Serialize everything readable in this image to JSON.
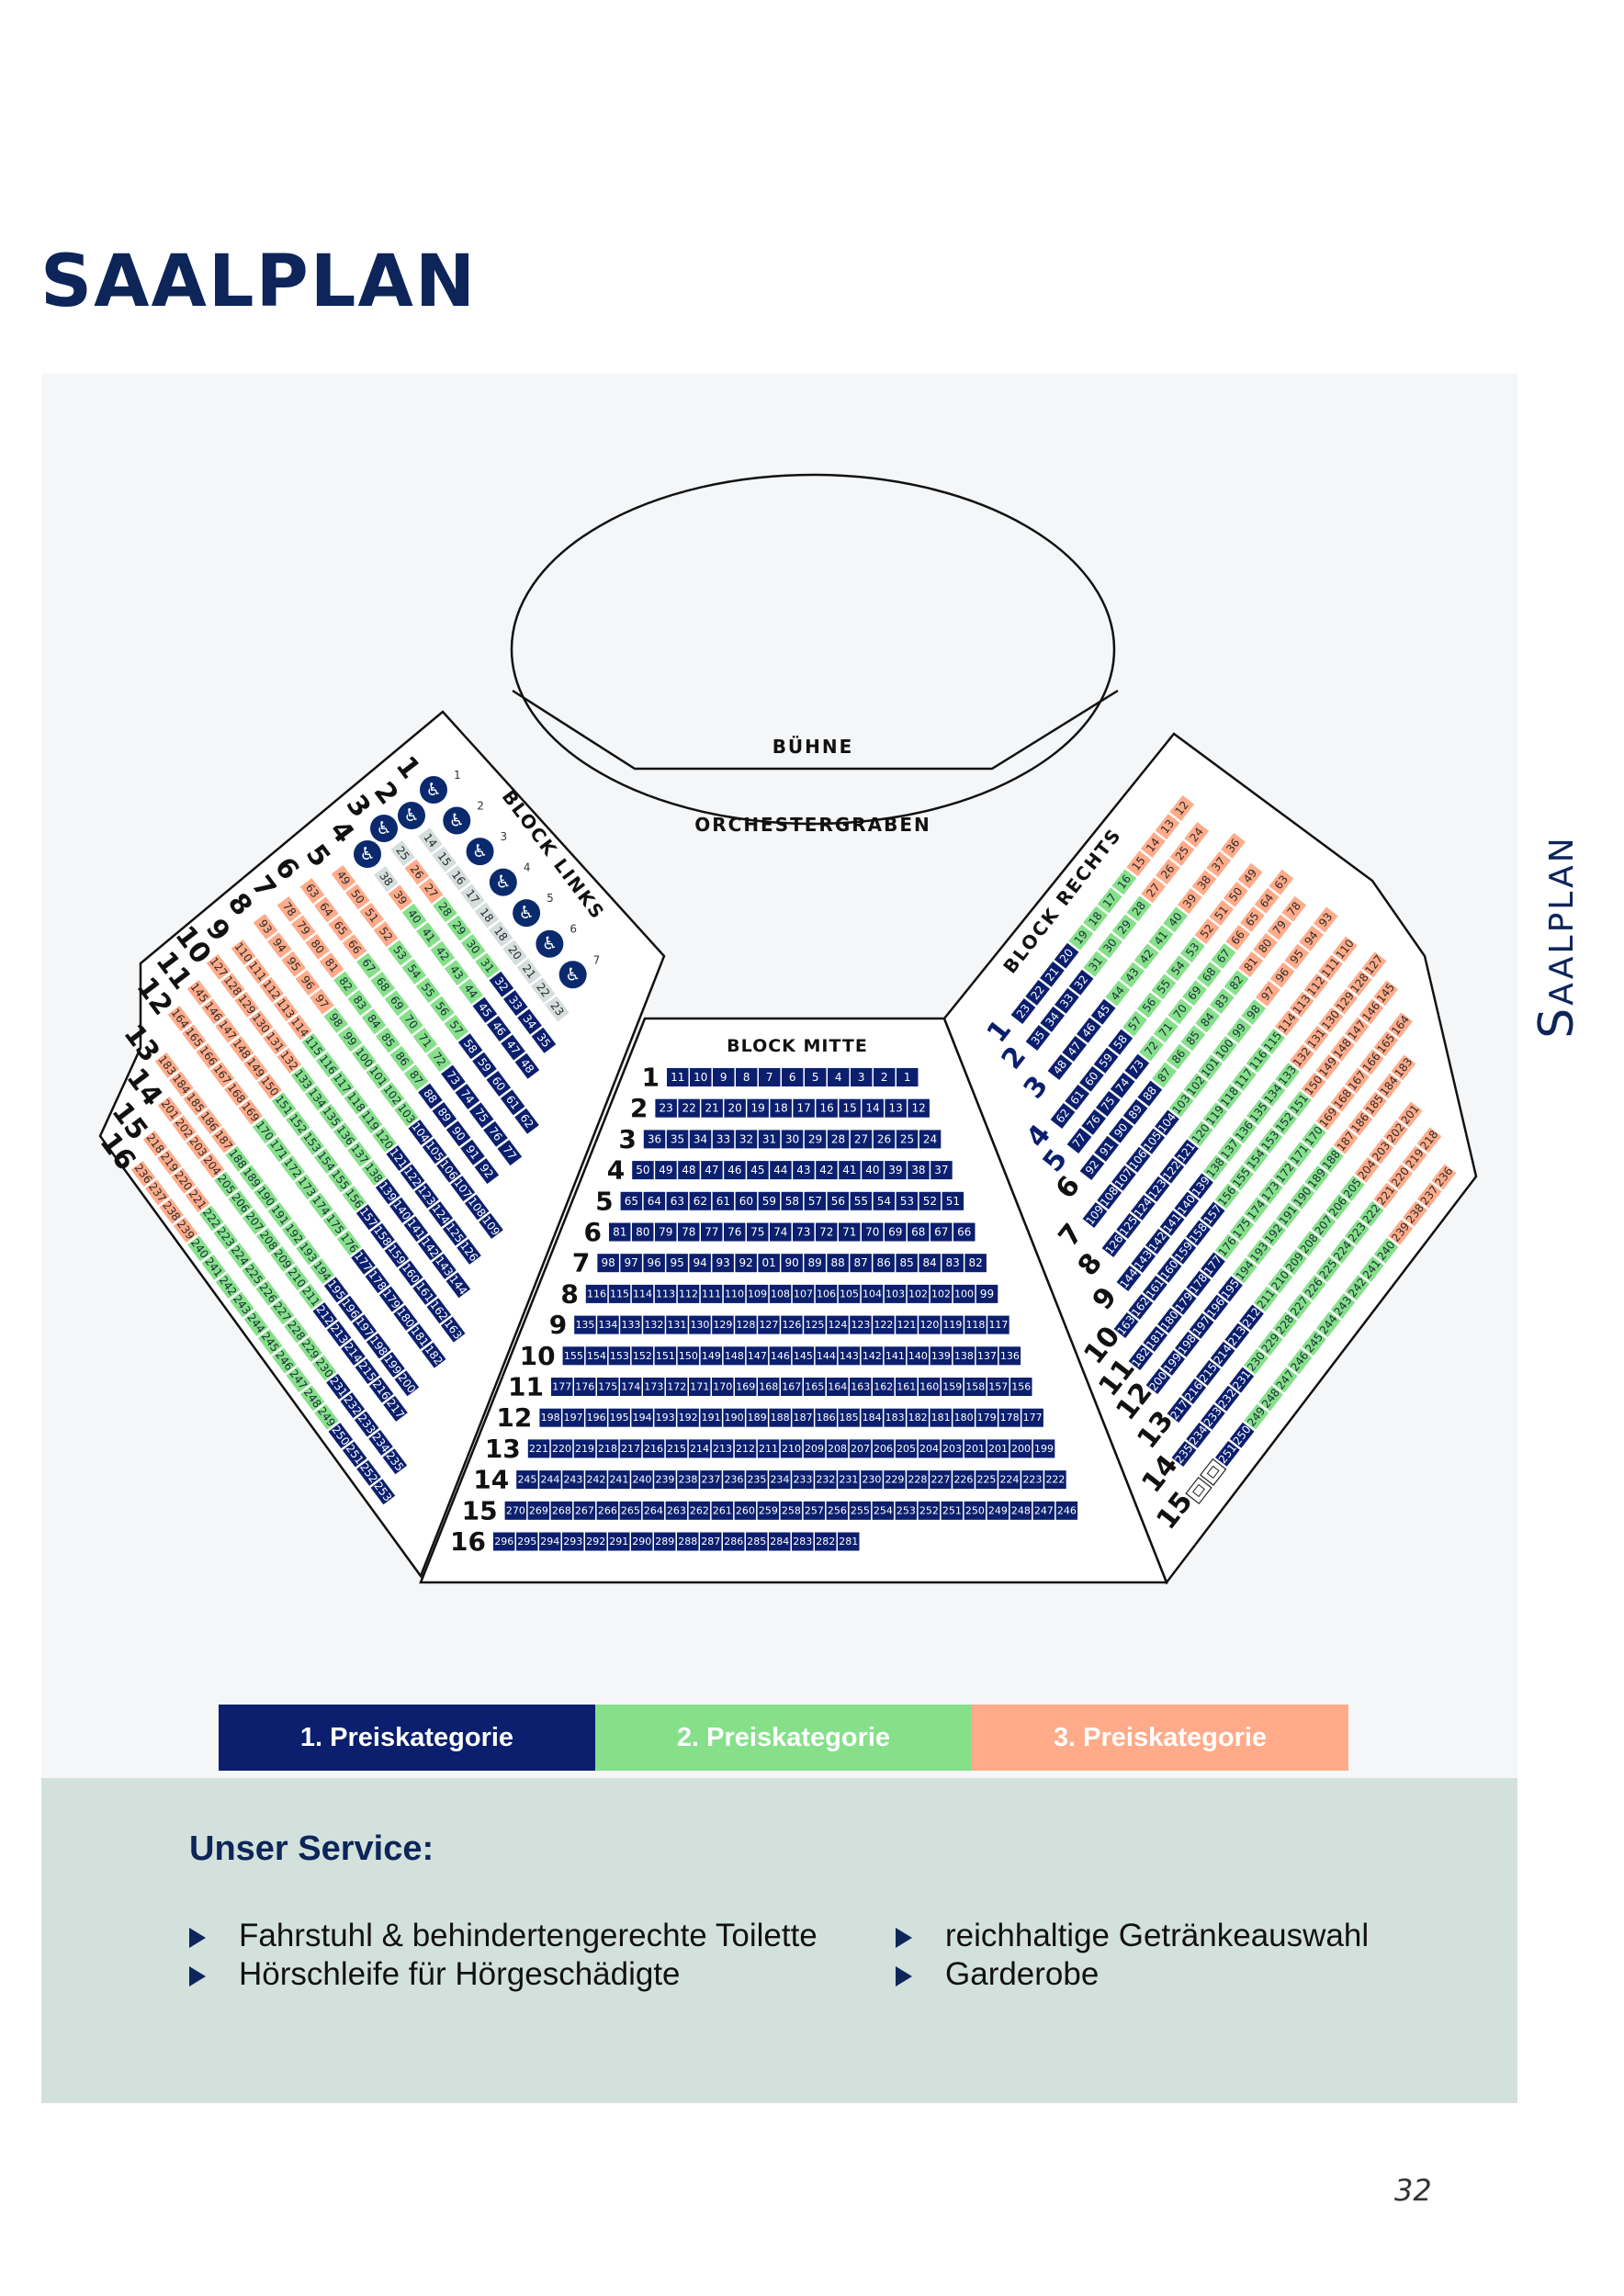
{
  "title": "SAALPLAN",
  "side_title": "Saalplan",
  "stage": {
    "buehne": "BÜHNE",
    "orchestergraben": "ORCHESTERGRABEN"
  },
  "colors": {
    "cat1": "#0b1f6e",
    "cat2": "#86e08a",
    "cat3": "#ffab8a",
    "grey": "#d5dddd",
    "wheelchair": "#0b2a6e",
    "title": "#0d2559"
  },
  "blocks": {
    "links": {
      "label": "BLOCK LINKS",
      "rows": [
        {
          "label": "1",
          "segments": [
            {
              "cat": "w",
              "labels": [
                "1",
                "2",
                "3",
                "4",
                "5",
                "6",
                "7"
              ]
            }
          ]
        },
        {
          "label": "2",
          "segments": [
            {
              "cat": "w",
              "labels": [
                ""
              ]
            },
            {
              "cat": "g",
              "list": [
                14,
                15,
                16,
                17,
                18,
                18,
                20,
                21,
                22,
                23
              ]
            }
          ]
        },
        {
          "label": "3",
          "segments": [
            {
              "cat": "w",
              "labels": [
                ""
              ]
            },
            {
              "cat": "g",
              "from": 25,
              "to": 25
            },
            {
              "cat": "3",
              "from": 26,
              "to": 27
            },
            {
              "cat": "2",
              "from": 28,
              "to": 31
            },
            {
              "cat": "1",
              "from": 32,
              "to": 35
            }
          ]
        },
        {
          "label": "4",
          "segments": [
            {
              "cat": "w",
              "labels": [
                ""
              ]
            },
            {
              "cat": "g",
              "from": 38,
              "to": 38
            },
            {
              "cat": "3",
              "from": 39,
              "to": 39
            },
            {
              "cat": "2",
              "from": 40,
              "to": 44
            },
            {
              "cat": "1",
              "from": 45,
              "to": 48
            }
          ]
        },
        {
          "label": "5",
          "segments": [
            {
              "cat": "3",
              "from": 49,
              "to": 52
            },
            {
              "cat": "2",
              "from": 53,
              "to": 57
            },
            {
              "cat": "1",
              "from": 58,
              "to": 62
            }
          ]
        },
        {
          "label": "6",
          "segments": [
            {
              "cat": "3",
              "from": 63,
              "to": 66
            },
            {
              "cat": "2",
              "from": 67,
              "to": 72
            },
            {
              "cat": "1",
              "from": 73,
              "to": 77
            }
          ]
        },
        {
          "label": "7",
          "segments": [
            {
              "cat": "3",
              "from": 78,
              "to": 81
            },
            {
              "cat": "2",
              "from": 82,
              "to": 87
            },
            {
              "cat": "1",
              "from": 88,
              "to": 92
            }
          ]
        },
        {
          "label": "8",
          "segments": [
            {
              "cat": "3",
              "from": 93,
              "to": 97
            },
            {
              "cat": "2",
              "from": 98,
              "to": 103
            },
            {
              "cat": "1",
              "from": 104,
              "to": 109
            }
          ]
        },
        {
          "label": "9",
          "segments": [
            {
              "cat": "3",
              "from": 110,
              "to": 114
            },
            {
              "cat": "2",
              "from": 115,
              "to": 120
            },
            {
              "cat": "1",
              "from": 121,
              "to": 126
            }
          ]
        },
        {
          "label": "10",
          "segments": [
            {
              "cat": "3",
              "from": 127,
              "to": 132
            },
            {
              "cat": "2",
              "from": 133,
              "to": 138
            },
            {
              "cat": "1",
              "from": 139,
              "to": 144
            }
          ]
        },
        {
          "label": "11",
          "segments": [
            {
              "cat": "3",
              "from": 145,
              "to": 150
            },
            {
              "cat": "2",
              "from": 151,
              "to": 156
            },
            {
              "cat": "1",
              "from": 157,
              "to": 163
            }
          ]
        },
        {
          "label": "12",
          "segments": [
            {
              "cat": "3",
              "from": 164,
              "to": 169
            },
            {
              "cat": "2",
              "from": 170,
              "to": 176
            },
            {
              "cat": "1",
              "from": 177,
              "to": 182
            }
          ]
        },
        {
          "label": "13",
          "segments": [
            {
              "cat": "3",
              "from": 183,
              "to": 187
            },
            {
              "cat": "2",
              "from": 188,
              "to": 194
            },
            {
              "cat": "1",
              "from": 195,
              "to": 200
            }
          ]
        },
        {
          "label": "14",
          "segments": [
            {
              "cat": "3",
              "from": 201,
              "to": 204
            },
            {
              "cat": "2",
              "from": 205,
              "to": 211
            },
            {
              "cat": "1",
              "from": 212,
              "to": 217
            }
          ]
        },
        {
          "label": "15",
          "segments": [
            {
              "cat": "3",
              "from": 218,
              "to": 221
            },
            {
              "cat": "2",
              "from": 222,
              "to": 230
            },
            {
              "cat": "1",
              "from": 231,
              "to": 235
            }
          ]
        },
        {
          "label": "16",
          "segments": [
            {
              "cat": "3",
              "from": 236,
              "to": 239
            },
            {
              "cat": "2",
              "from": 240,
              "to": 249
            },
            {
              "cat": "1",
              "from": 250,
              "to": 253
            }
          ]
        }
      ]
    },
    "mitte": {
      "label": "BLOCK MITTE",
      "rows": [
        {
          "label": "1",
          "segments": [
            {
              "from": 11,
              "to": 1
            }
          ]
        },
        {
          "label": "2",
          "segments": [
            {
              "from": 23,
              "to": 12
            }
          ]
        },
        {
          "label": "3",
          "segments": [
            {
              "from": 36,
              "to": 24
            }
          ]
        },
        {
          "label": "4",
          "segments": [
            {
              "from": 50,
              "to": 37
            }
          ]
        },
        {
          "label": "5",
          "segments": [
            {
              "from": 65,
              "to": 51
            }
          ]
        },
        {
          "label": "6",
          "segments": [
            {
              "from": 81,
              "to": 66
            }
          ]
        },
        {
          "label": "7",
          "segments": [
            {
              "from": 98,
              "to": 92
            },
            {
              "list": [
                "01"
              ]
            },
            {
              "from": 90,
              "to": 82
            }
          ]
        },
        {
          "label": "8",
          "segments": [
            {
              "from": 116,
              "to": 103
            },
            {
              "list": [
                102,
                102
              ]
            },
            {
              "from": 100,
              "to": 99
            }
          ]
        },
        {
          "label": "9",
          "segments": [
            {
              "from": 135,
              "to": 117
            }
          ]
        },
        {
          "label": "10",
          "segments": [
            {
              "from": 155,
              "to": 136
            }
          ]
        },
        {
          "label": "11",
          "segments": [
            {
              "from": 177,
              "to": 167
            },
            {
              "from": 165,
              "to": 156
            }
          ]
        },
        {
          "label": "12",
          "segments": [
            {
              "from": 198,
              "to": 177
            }
          ]
        },
        {
          "label": "13",
          "segments": [
            {
              "from": 221,
              "to": 203
            },
            {
              "list": [
                201,
                201
              ]
            },
            {
              "from": 200,
              "to": 199
            }
          ]
        },
        {
          "label": "14",
          "segments": [
            {
              "from": 245,
              "to": 222
            }
          ]
        },
        {
          "label": "15",
          "segments": [
            {
              "from": 270,
              "to": 246
            }
          ]
        },
        {
          "label": "16",
          "segments": [
            {
              "from": 296,
              "to": 281
            }
          ]
        }
      ]
    },
    "rechts": {
      "label": "BLOCK RECHTS",
      "rows": [
        {
          "label": "1",
          "segments": [
            {
              "cat": "1",
              "from": 23,
              "to": 20
            },
            {
              "cat": "2",
              "from": 19,
              "to": 16
            },
            {
              "cat": "3",
              "from": 15,
              "to": 12
            }
          ]
        },
        {
          "label": "2",
          "segments": [
            {
              "cat": "1",
              "from": 35,
              "to": 32
            },
            {
              "cat": "2",
              "from": 31,
              "to": 28
            },
            {
              "cat": "3",
              "from": 27,
              "to": 24
            }
          ]
        },
        {
          "label": "3",
          "segments": [
            {
              "cat": "1",
              "from": 48,
              "to": 45
            },
            {
              "cat": "2",
              "from": 44,
              "to": 40
            },
            {
              "cat": "3",
              "from": 39,
              "to": 36
            }
          ]
        },
        {
          "label": "4",
          "segments": [
            {
              "cat": "1",
              "from": 62,
              "to": 58
            },
            {
              "cat": "2",
              "from": 57,
              "to": 53
            },
            {
              "cat": "3",
              "from": 52,
              "to": 49
            }
          ]
        },
        {
          "label": "5",
          "segments": [
            {
              "cat": "1",
              "from": 77,
              "to": 73
            },
            {
              "cat": "2",
              "from": 72,
              "to": 67
            },
            {
              "cat": "3",
              "from": 66,
              "to": 63
            }
          ]
        },
        {
          "label": "6",
          "segments": [
            {
              "cat": "1",
              "from": 92,
              "to": 88
            },
            {
              "cat": "2",
              "from": 87,
              "to": 82
            },
            {
              "cat": "3",
              "from": 81,
              "to": 78
            }
          ]
        },
        {
          "label": "7",
          "segments": [
            {
              "cat": "1",
              "from": 109,
              "to": 104
            },
            {
              "cat": "2",
              "from": 103,
              "to": 98
            },
            {
              "cat": "3",
              "from": 97,
              "to": 93
            }
          ]
        },
        {
          "label": "8",
          "segments": [
            {
              "cat": "1",
              "from": 126,
              "to": 121
            },
            {
              "cat": "2",
              "from": 120,
              "to": 115
            },
            {
              "cat": "3",
              "from": 114,
              "to": 110
            }
          ]
        },
        {
          "label": "9",
          "segments": [
            {
              "cat": "1",
              "from": 144,
              "to": 139
            },
            {
              "cat": "2",
              "from": 138,
              "to": 133
            },
            {
              "cat": "3",
              "from": 132,
              "to": 127
            }
          ]
        },
        {
          "label": "10",
          "segments": [
            {
              "cat": "1",
              "from": 163,
              "to": 157
            },
            {
              "cat": "2",
              "from": 156,
              "to": 151
            },
            {
              "cat": "3",
              "from": 150,
              "to": 145
            }
          ]
        },
        {
          "label": "11",
          "segments": [
            {
              "cat": "1",
              "from": 182,
              "to": 177
            },
            {
              "cat": "2",
              "from": 176,
              "to": 170
            },
            {
              "cat": "3",
              "from": 169,
              "to": 164
            }
          ]
        },
        {
          "label": "12",
          "segments": [
            {
              "cat": "1",
              "from": 200,
              "to": 195
            },
            {
              "cat": "2",
              "from": 194,
              "to": 188
            },
            {
              "cat": "3",
              "from": 187,
              "to": 183
            }
          ]
        },
        {
          "label": "13",
          "segments": [
            {
              "cat": "1",
              "from": 217,
              "to": 212
            },
            {
              "cat": "2",
              "from": 211,
              "to": 205
            },
            {
              "cat": "3",
              "from": 204,
              "to": 201
            }
          ]
        },
        {
          "label": "14",
          "segments": [
            {
              "cat": "1",
              "from": 235,
              "to": 231
            },
            {
              "cat": "2",
              "from": 230,
              "to": 222
            },
            {
              "cat": "3",
              "from": 221,
              "to": 218
            }
          ]
        },
        {
          "label": "15",
          "segments": [
            {
              "cat": "e",
              "count": 2
            },
            {
              "cat": "1",
              "from": 251,
              "to": 250
            },
            {
              "cat": "2",
              "from": 249,
              "to": 240
            },
            {
              "cat": "3",
              "from": 239,
              "to": 236
            }
          ]
        }
      ]
    }
  },
  "legend": [
    "1. Preiskategorie",
    "2. Preiskategorie",
    "3. Preiskategorie"
  ],
  "service": {
    "heading": "Unser Service:",
    "items": [
      "Fahrstuhl & behindertengerechte Toilette",
      "Hörschleife für Hörgeschädigte",
      "reichhaltige Getränkeauswahl",
      "Garderobe"
    ]
  },
  "page_number": "32"
}
